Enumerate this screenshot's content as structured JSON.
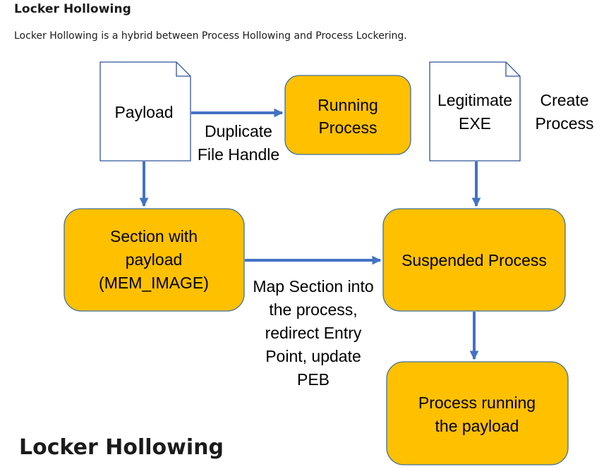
{
  "page": {
    "heading": "Locker Hollowing",
    "intro": "Locker Hollowing is a hybrid between Process Hollowing and Process Lockering."
  },
  "diagram": {
    "title": "Locker Hollowing",
    "colors": {
      "box_fill": "#FFC000",
      "box_stroke": "#41719C",
      "file_stroke": "#2F5597",
      "arrow": "#4472C4"
    },
    "nodes": {
      "payload_file": {
        "lines": [
          "Payload"
        ]
      },
      "running_process": {
        "lines": [
          "Running",
          "Process"
        ]
      },
      "legitimate_exe": {
        "lines": [
          "Legitimate",
          "EXE"
        ]
      },
      "create_process_note": {
        "lines": [
          "Create",
          "Process"
        ]
      },
      "section_with_payload": {
        "lines": [
          "Section with",
          "payload",
          "(MEM_IMAGE)"
        ]
      },
      "suspended_process": {
        "lines": [
          "Suspended Process"
        ]
      },
      "process_running_payload": {
        "lines": [
          "Process running",
          "the payload"
        ]
      }
    },
    "edges": {
      "duplicate_file_handle": {
        "lines": [
          "Duplicate",
          "File Handle"
        ]
      },
      "map_section": {
        "lines": [
          "Map Section into",
          "the process,",
          "redirect Entry",
          "Point, update",
          "PEB"
        ]
      }
    }
  }
}
